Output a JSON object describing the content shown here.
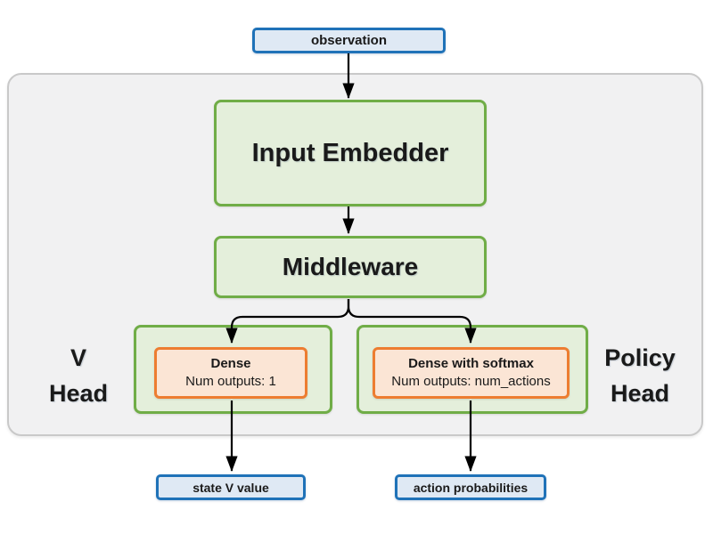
{
  "colors": {
    "blue_border": "#1f72b8",
    "blue_fill": "#dfe9f4",
    "green_border": "#70ad47",
    "green_fill": "#e4efdb",
    "orange_border": "#ed7d31",
    "orange_fill": "#fbe5d5",
    "panel_fill": "#f1f1f2",
    "panel_border": "#c9c9c9",
    "arrow": "#000000",
    "text": "#1a1a1a"
  },
  "nodes": {
    "observation": "observation",
    "input_embedder": "Input Embedder",
    "middleware": "Middleware",
    "v_head": {
      "dense_title": "Dense",
      "dense_subtitle": "Num outputs: 1",
      "output": "state V value"
    },
    "policy_head": {
      "dense_title": "Dense with softmax",
      "dense_subtitle": "Num outputs: num_actions",
      "output": "action probabilities"
    }
  },
  "labels": {
    "v_head_line1": "V",
    "v_head_line2": "Head",
    "policy_head_line1": "Policy",
    "policy_head_line2": "Head"
  }
}
